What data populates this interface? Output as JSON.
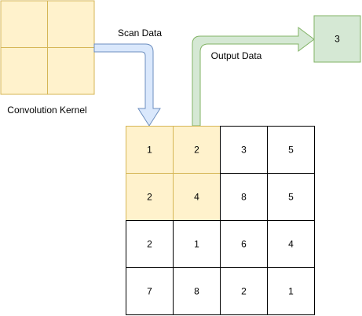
{
  "kernel": {
    "label": "Convolution Kernel",
    "fill": "#fff2cc",
    "stroke": "#d6b656"
  },
  "scan_arrow": {
    "label": "Scan Data",
    "fill": "#dae8fc",
    "stroke": "#6c8ebf"
  },
  "output_arrow": {
    "label": "Output Data",
    "fill": "#d5e8d4",
    "stroke": "#82b366"
  },
  "output_box": {
    "value": "3",
    "fill": "#d5e8d4",
    "stroke": "#82b366"
  },
  "matrix": {
    "rows": [
      [
        "1",
        "2",
        "3",
        "5"
      ],
      [
        "2",
        "4",
        "8",
        "5"
      ],
      [
        "2",
        "1",
        "6",
        "4"
      ],
      [
        "7",
        "8",
        "2",
        "1"
      ]
    ],
    "highlight_fill": "#fff2cc",
    "highlight_stroke": "#d6b656"
  }
}
